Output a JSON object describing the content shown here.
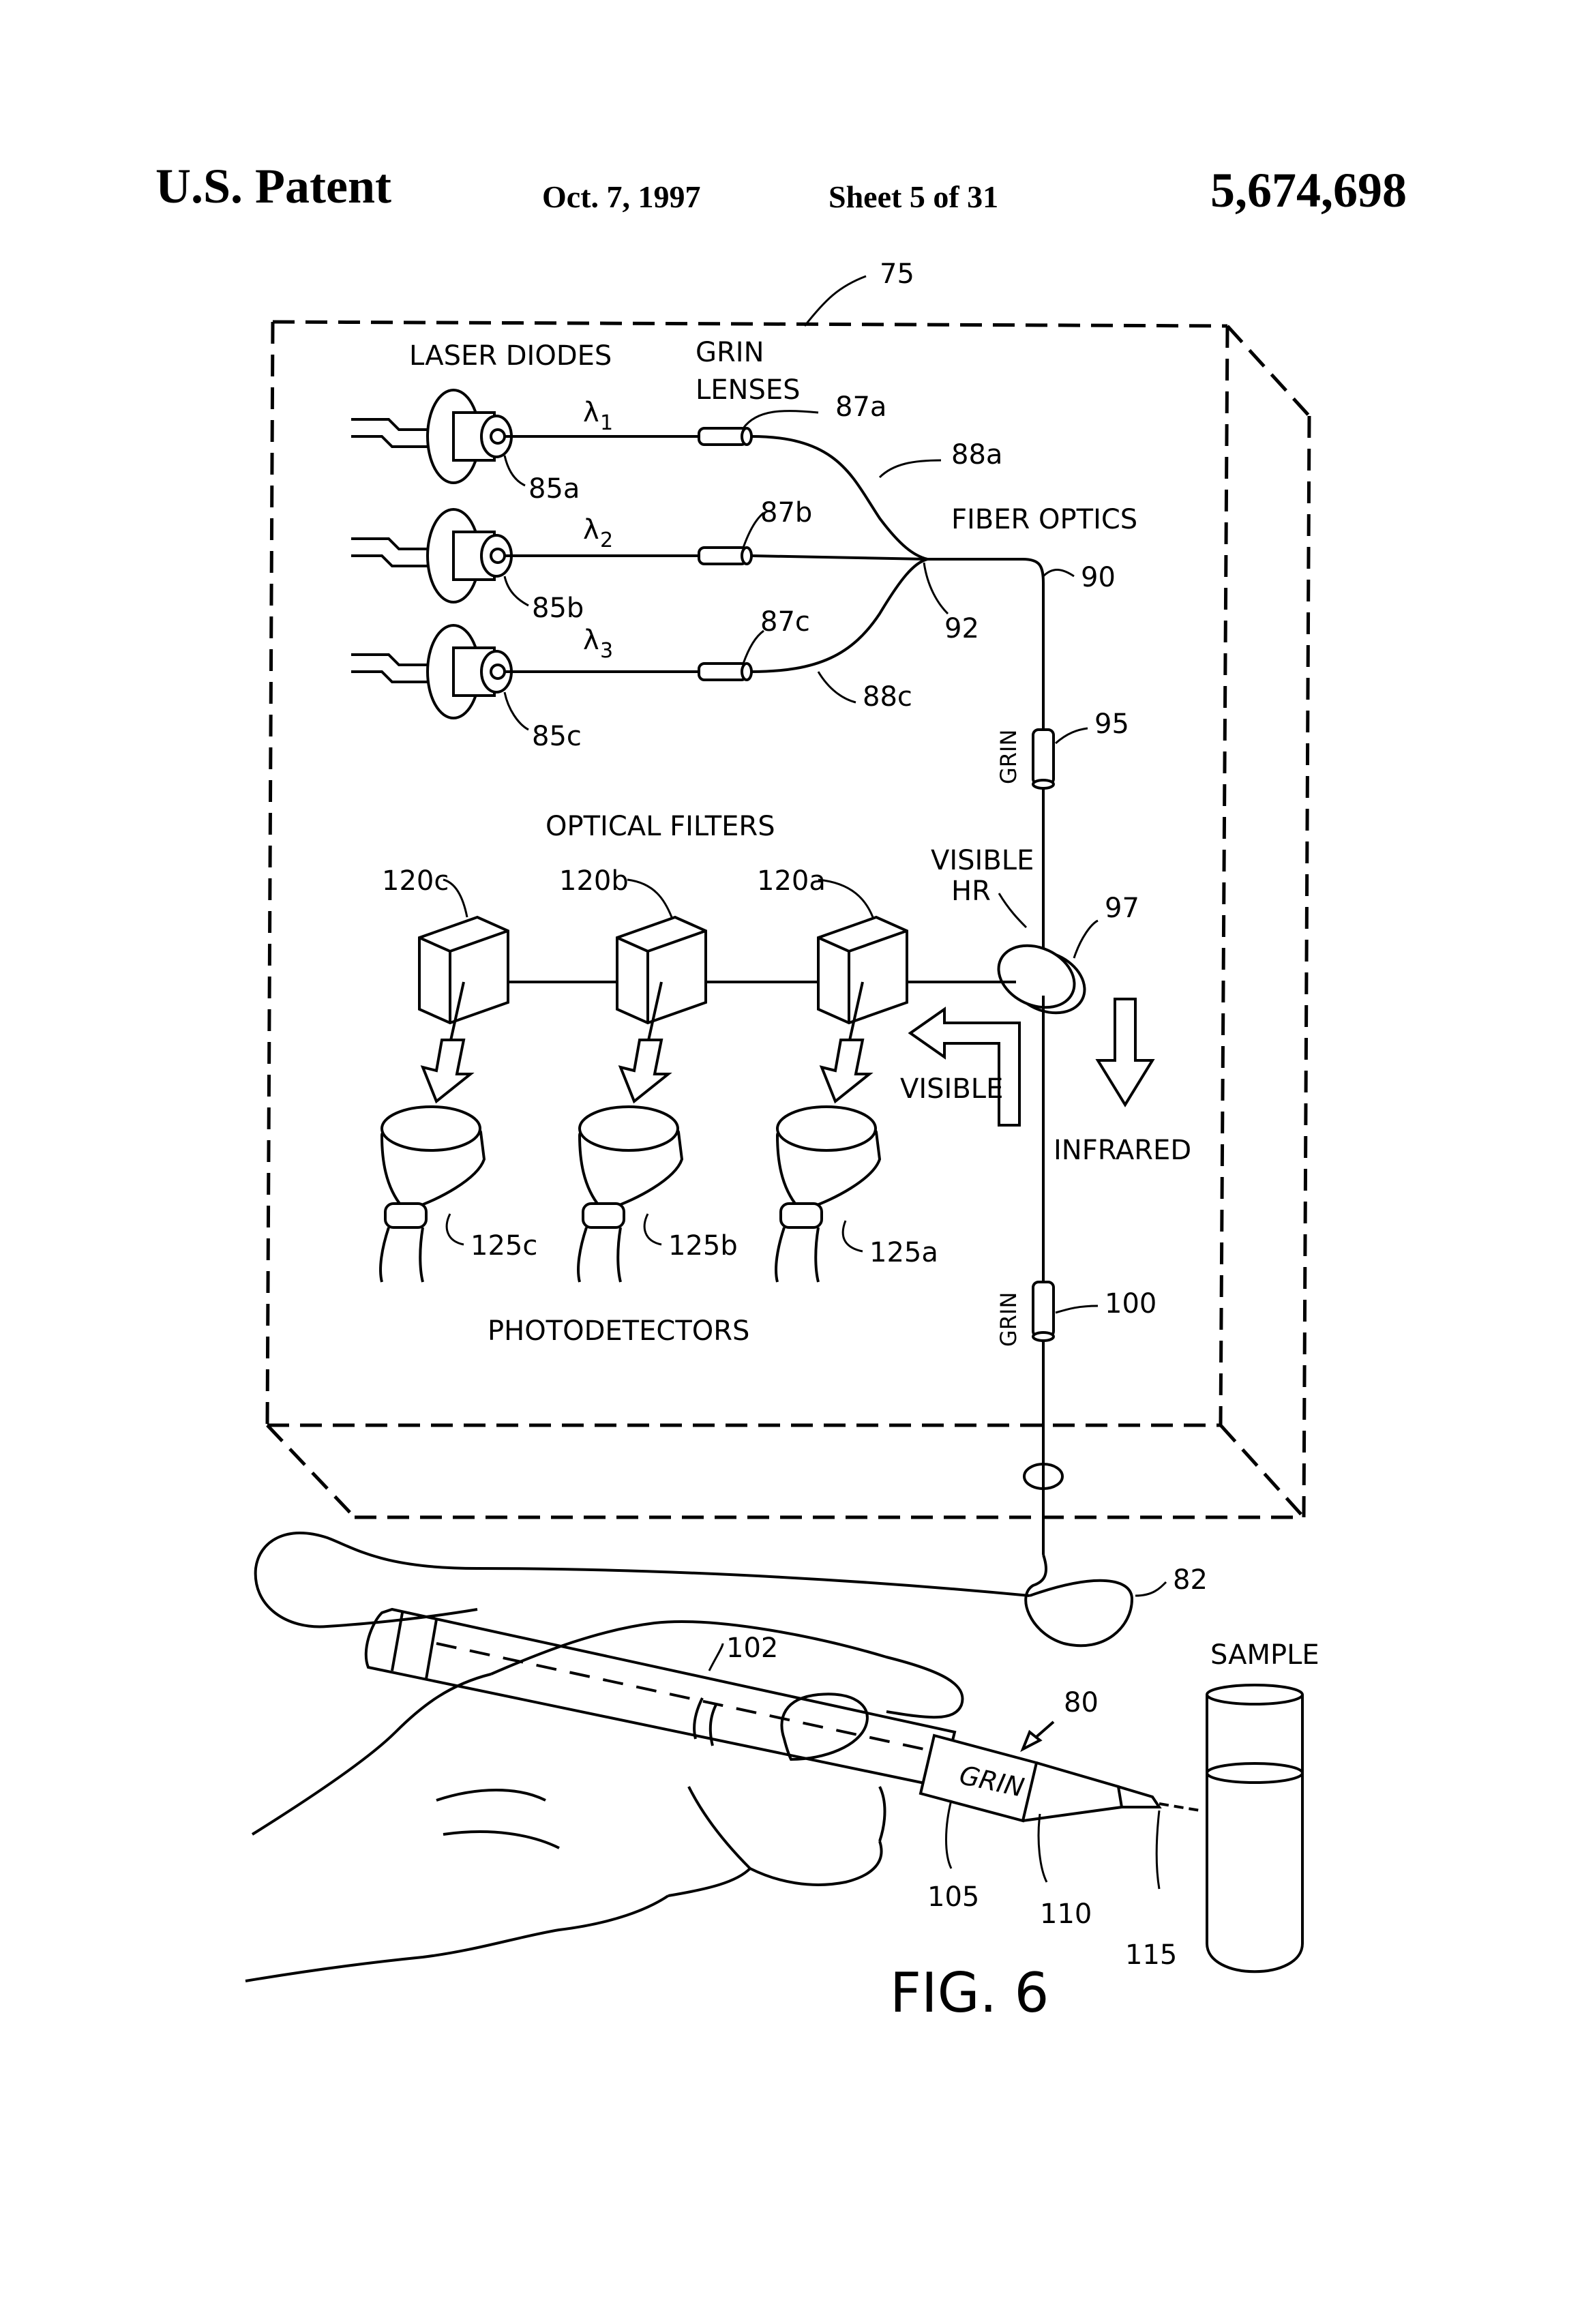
{
  "header": {
    "left": "U.S. Patent",
    "date": "Oct. 7, 1997",
    "sheet": "Sheet 5 of 31",
    "number": "5,674,698"
  },
  "labels": {
    "laser_diodes": "LASER DIODES",
    "grin_lenses_1": "GRIN",
    "grin_lenses_2": "LENSES",
    "fiber_optics": "FIBER OPTICS",
    "optical_filters": "OPTICAL FILTERS",
    "visible_hr_1": "VISIBLE",
    "visible_hr_2": "HR",
    "visible": "VISIBLE",
    "infrared": "INFRARED",
    "photodetectors": "PHOTODETECTORS",
    "grin_95": "GRIN",
    "grin_100": "GRIN",
    "grin_pen": "GRIN",
    "sample": "SAMPLE",
    "fig": "FIG. 6",
    "lambda1": "λ",
    "lambda1_sub": "1",
    "lambda2": "λ",
    "lambda2_sub": "2",
    "lambda3": "λ",
    "lambda3_sub": "3"
  },
  "refs": {
    "r75": "75",
    "r85a": "85a",
    "r85b": "85b",
    "r85c": "85c",
    "r87a": "87a",
    "r87b": "87b",
    "r87c": "87c",
    "r88a": "88a",
    "r88c": "88c",
    "r90": "90",
    "r92": "92",
    "r95": "95",
    "r97": "97",
    "r100": "100",
    "r120a": "120a",
    "r120b": "120b",
    "r120c": "120c",
    "r125a": "125a",
    "r125b": "125b",
    "r125c": "125c",
    "r82": "82",
    "r102": "102",
    "r80": "80",
    "r105": "105",
    "r110": "110",
    "r115": "115"
  }
}
